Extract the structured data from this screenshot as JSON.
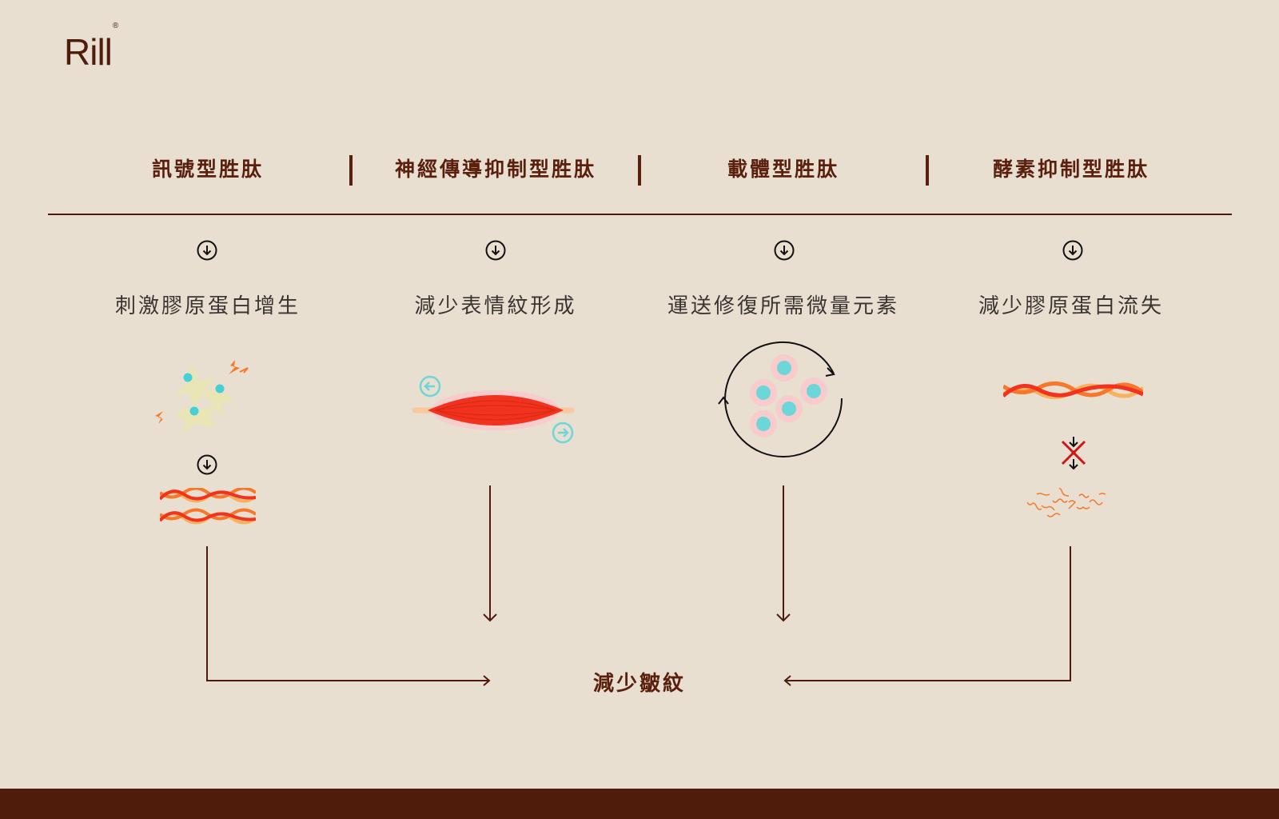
{
  "brand": {
    "logo_text": "Rill",
    "registered_mark": "®"
  },
  "colors": {
    "background": "#e8dfd1",
    "brown": "#4f1b0b",
    "label_gray": "#3a3432",
    "accent_red": "#f0321e",
    "accent_orange": "#f7782a",
    "accent_light_orange": "#f9b15d",
    "teal": "#6dd6d8",
    "pink": "#f8cccc",
    "cell_yellow": "#e9e5b4"
  },
  "categories": [
    {
      "title": "訊號型胜肽",
      "effect": "刺激膠原蛋白增生",
      "icon": "fibroblast-cells-to-collagen-icon"
    },
    {
      "title": "神經傳導抑制型胜肽",
      "effect": "減少表情紋形成",
      "icon": "relaxed-muscle-icon"
    },
    {
      "title": "載體型胜肽",
      "effect": "運送修復所需微量元素",
      "icon": "trace-element-carrier-icon"
    },
    {
      "title": "酵素抑制型胜肽",
      "effect": "減少膠原蛋白流失",
      "icon": "collagen-breakdown-blocked-icon"
    }
  ],
  "result": {
    "label": "減少皺紋"
  }
}
